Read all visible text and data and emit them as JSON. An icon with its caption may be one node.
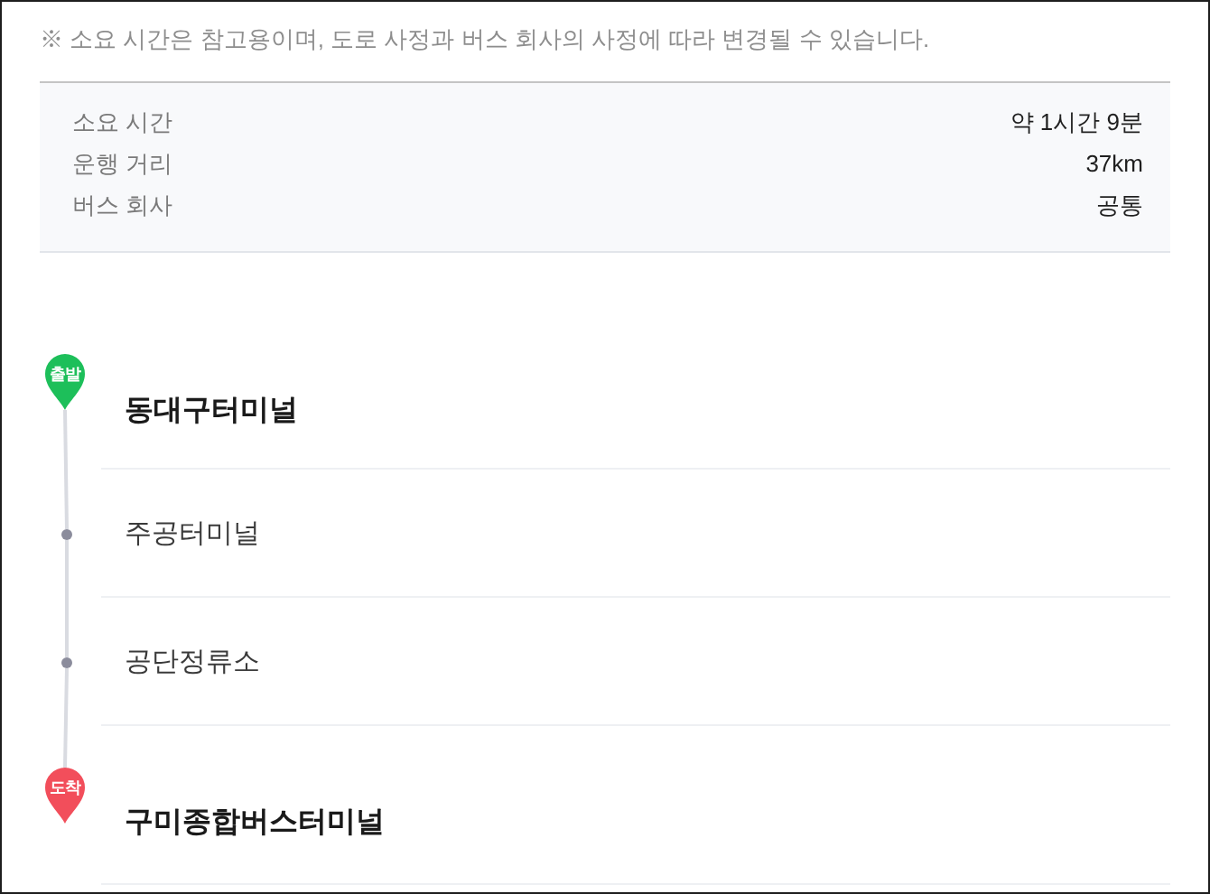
{
  "diagram": {
    "nodes": [
      {
        "text": [
          "출발"
        ],
        "beside": [
          "동대구터미널"
        ]
      },
      {
        "text": [],
        "shape": "circle",
        "beside": [
          "주공터미널"
        ]
      },
      {
        "text": [],
        "shape": "circle",
        "beside": [
          "공단정류소"
        ]
      },
      {
        "text": [
          "도착"
        ],
        "beside": [
          "구미종합버스터미널"
        ]
      }
    ],
    "edges": [
      {
        "from": 0,
        "to": 1,
        "arrow": "none"
      },
      {
        "from": 1,
        "to": 2,
        "arrow": "none"
      },
      {
        "from": 2,
        "to": 3,
        "arrow": "none"
      }
    ],
    "labels": [
      "※ 소요 시간은 참고용이며, 도로 사정과 버스 회사의 사정에 따라 변경될 수 있습니다.",
      "소요 시간",
      "약 1시간 9분",
      "운행 거리",
      "37km",
      "버스 회사",
      "공통"
    ]
  }
}
